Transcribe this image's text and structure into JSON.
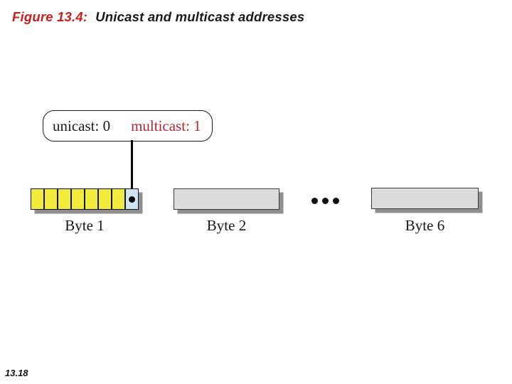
{
  "slide": {
    "title_prefix": "Figure 13.4:",
    "title": "Unicast and multicast addresses",
    "page_number": "13.18"
  },
  "legend": {
    "unicast": "unicast: 0",
    "multicast": "multicast: 1"
  },
  "diagram": {
    "byte1": {
      "label": "Byte 1",
      "bits": [
        "yellow",
        "yellow",
        "yellow",
        "yellow",
        "yellow",
        "yellow",
        "yellow",
        "highlight"
      ]
    },
    "byte2": {
      "label": "Byte 2"
    },
    "byte6": {
      "label": "Byte 6"
    },
    "ellipsis_dots": 3
  },
  "colors": {
    "title-red": "#c81e1e",
    "multicast-red": "#b22532",
    "bit-yellow": "#f2ea3c",
    "bit-highlight-blue": "#cfe4f2",
    "byte-gray": "#dcdcdc",
    "shadow-gray": "#8f8f8f",
    "ink": "#1a1a1a"
  }
}
